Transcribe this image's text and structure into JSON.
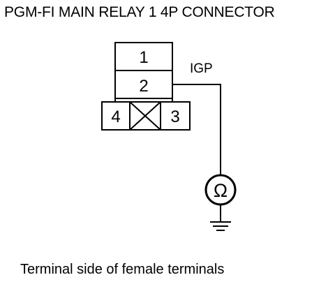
{
  "title": "PGM-FI MAIN RELAY 1 4P CONNECTOR",
  "connector": {
    "terminals": [
      {
        "number": "1",
        "connected": false
      },
      {
        "number": "2",
        "connected": true,
        "signal": "IGP"
      },
      {
        "number": "3",
        "connected": false
      },
      {
        "number": "4",
        "connected": false
      }
    ],
    "empty_cavity_symbol": "X"
  },
  "wire_label": "IGP",
  "meter_symbol": "Ω",
  "meter_icon": "ohmmeter-icon",
  "ground_icon": "ground-icon",
  "caption": "Terminal side of female terminals",
  "colors": {
    "ink": "#000000",
    "background": "#ffffff"
  }
}
